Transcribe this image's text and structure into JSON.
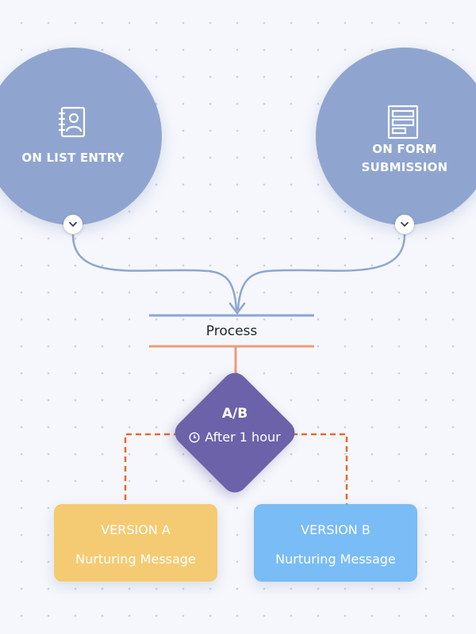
{
  "triggers": {
    "left": {
      "label": "ON LIST ENTRY",
      "icon": "contact-book-icon",
      "color": "#8fa5d0"
    },
    "right": {
      "label": "ON FORM\nSUBMISSION",
      "icon": "form-icon",
      "color": "#8fa5d0"
    }
  },
  "process": {
    "label": "Process",
    "top_line_color": "#8fa5d0",
    "bottom_line_color": "#ef9a78"
  },
  "split": {
    "title": "A/B",
    "delay": "After 1 hour",
    "icon": "clock-icon",
    "color": "#6b62aa",
    "branch_color": "#e8692a"
  },
  "versions": [
    {
      "title": "VERSION A",
      "subtitle": "Nurturing Message",
      "color": "#f4cb72"
    },
    {
      "title": "VERSION B",
      "subtitle": "Nurturing Message",
      "color": "#79bcf6"
    }
  ]
}
